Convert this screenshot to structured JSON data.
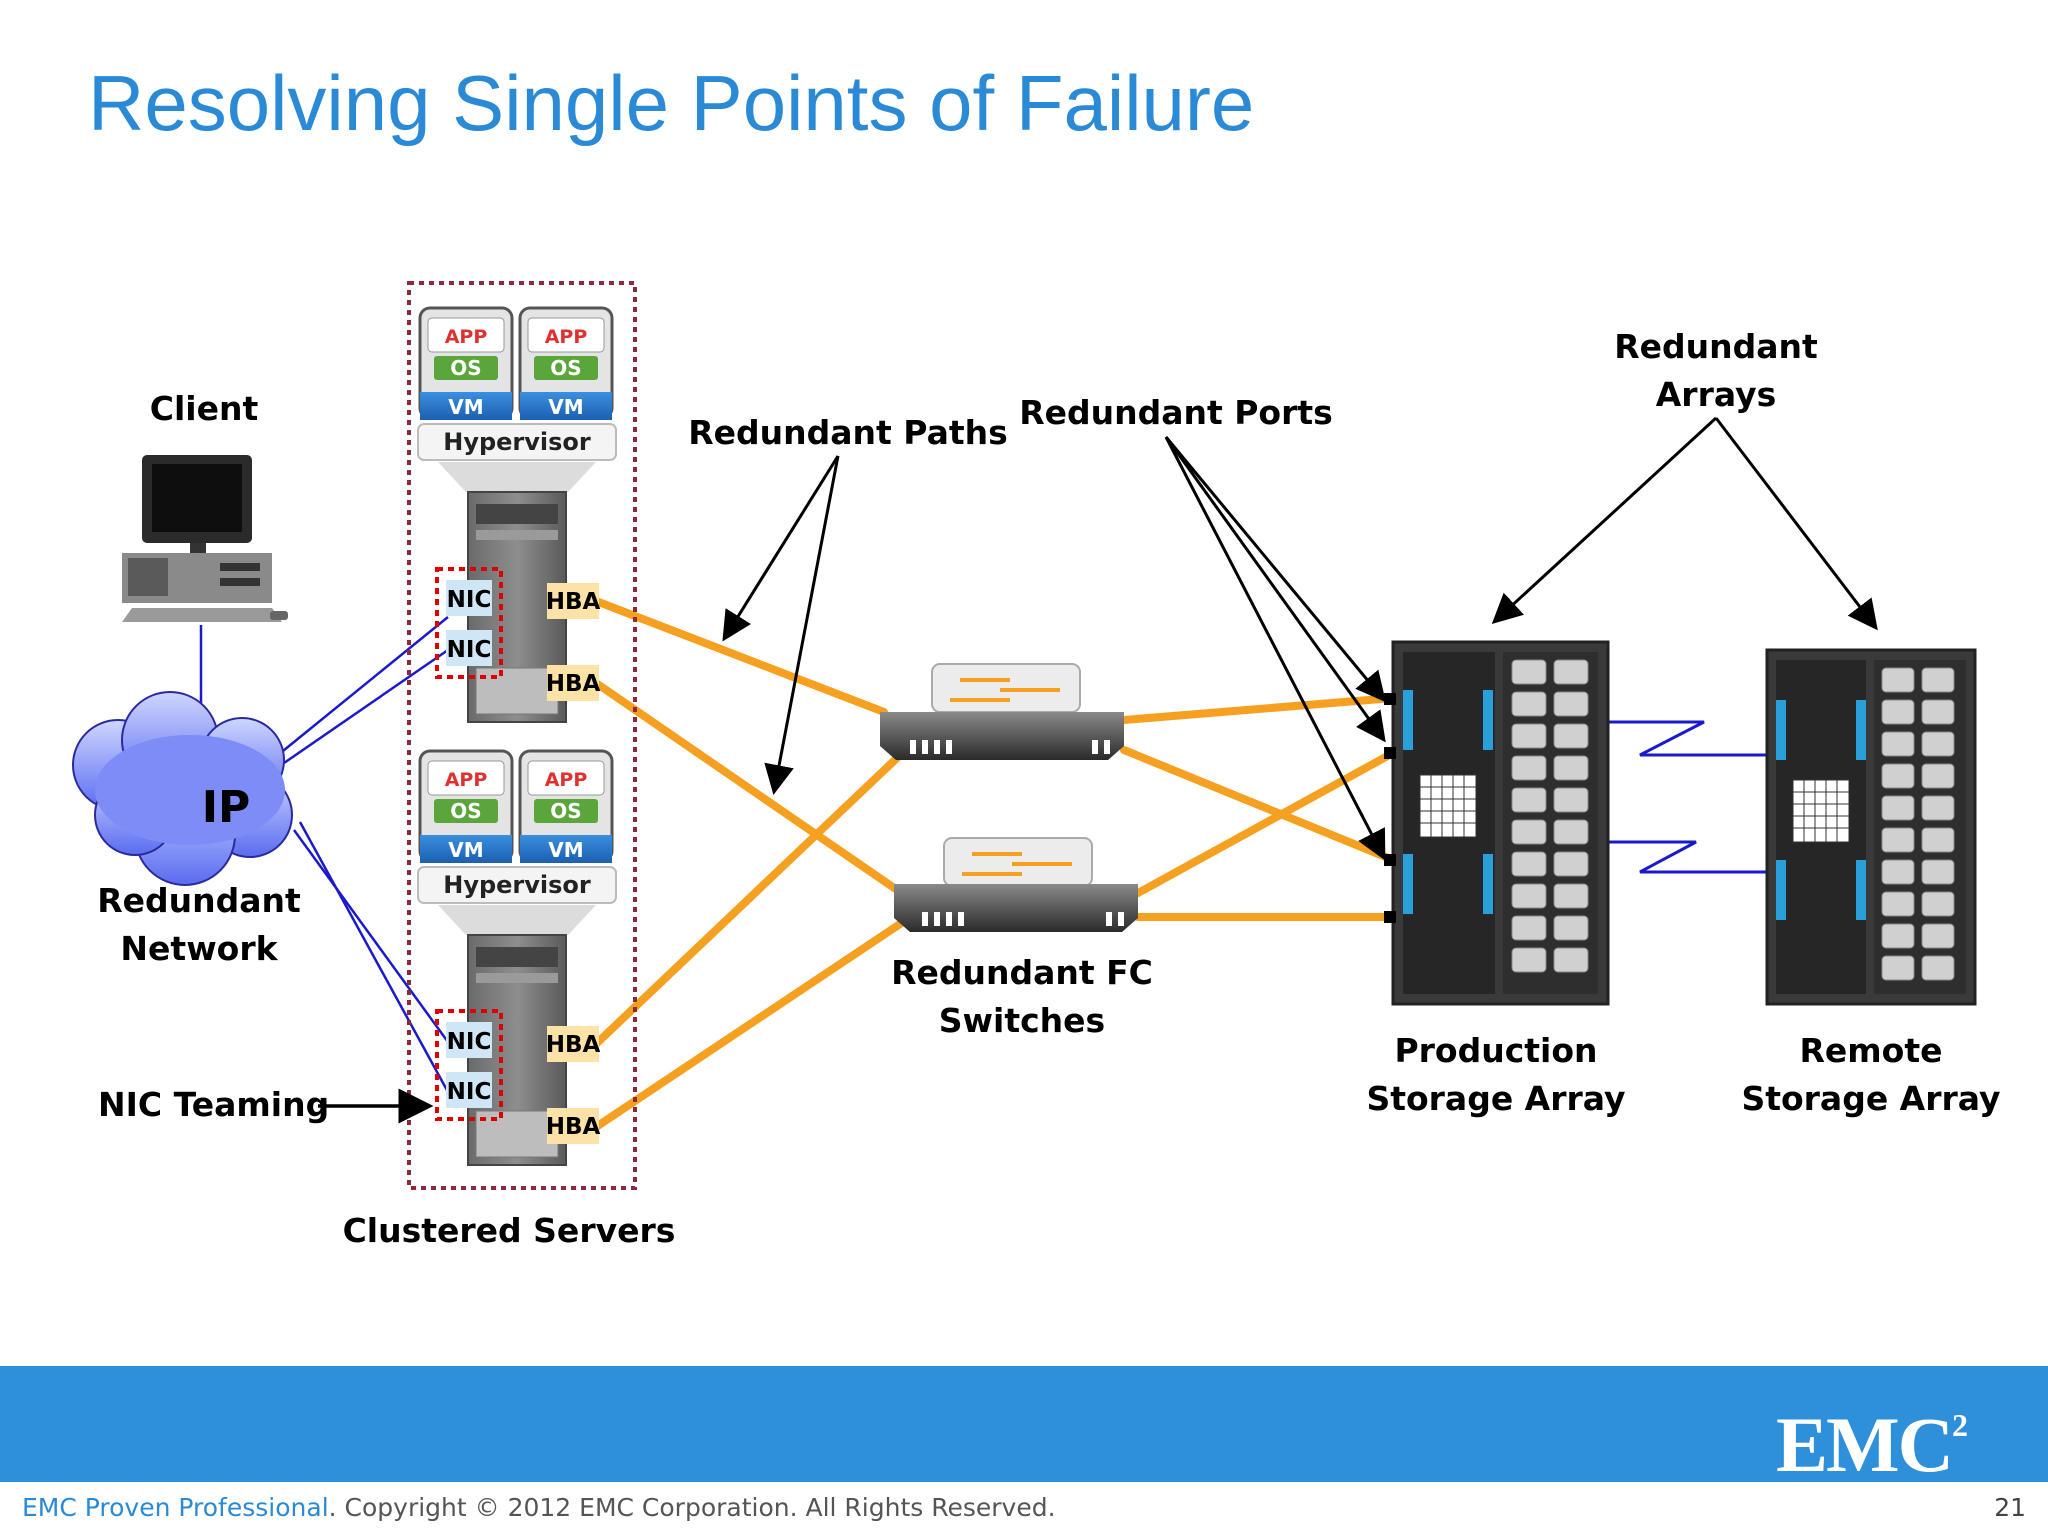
{
  "title": "Resolving Single Points of Failure",
  "labels": {
    "client": "Client",
    "network_line1": "Redundant",
    "network_line2": "Network",
    "ip": "IP",
    "nic_teaming": "NIC Teaming",
    "clustered_servers": "Clustered Servers",
    "redundant_paths": "Redundant Paths",
    "redundant_ports": "Redundant Ports",
    "redundant_arrays_line1": "Redundant",
    "redundant_arrays_line2": "Arrays",
    "fc_switches_line1": "Redundant FC",
    "fc_switches_line2": "Switches",
    "production_line1": "Production",
    "production_line2": "Storage Array",
    "remote_line1": "Remote",
    "remote_line2": "Storage Array"
  },
  "components": {
    "nic": "NIC",
    "hba": "HBA",
    "app": "APP",
    "os": "OS",
    "vm": "VM",
    "hypervisor": "Hypervisor"
  },
  "footer": {
    "brand": "EMC Proven Professional",
    "copyright": ". Copyright © 2012 EMC Corporation. All Rights Reserved.",
    "logo": "EMC",
    "logo_sup": "2",
    "page_number": "21"
  },
  "colors": {
    "title": "#2a8ad6",
    "footer_band": "#2e8fdb",
    "fc_path": "#f5a020",
    "ip_link": "#1a1acc",
    "nic_chip": "#cfe6f7",
    "hba_chip": "#fde2a8",
    "cluster_border": "#8a2a3a",
    "nic_team_border": "#dd0000",
    "array_accent": "#29a0d8"
  }
}
